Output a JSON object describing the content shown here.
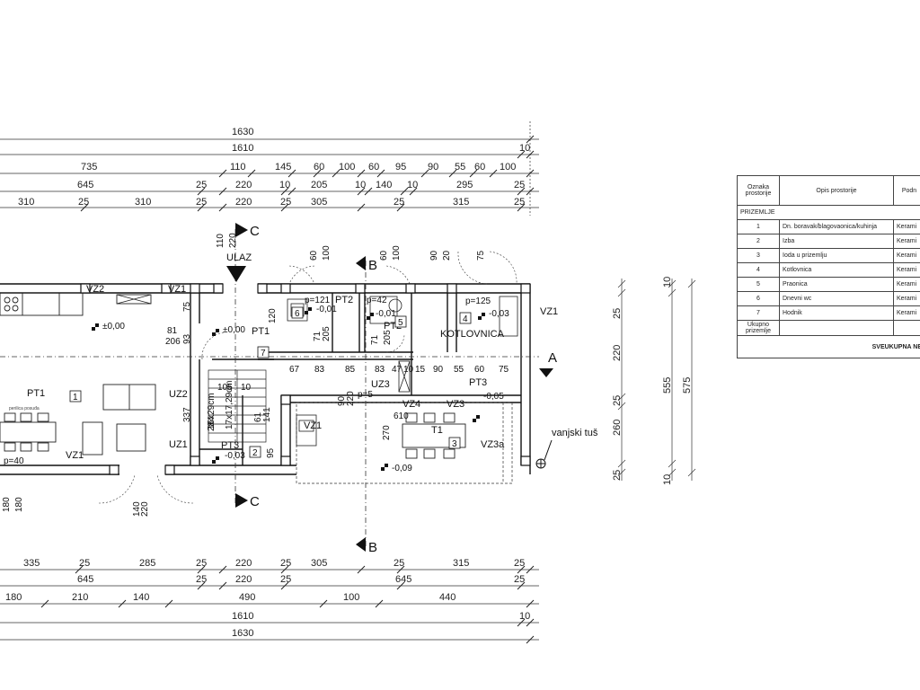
{
  "top_dimension_rows": [
    {
      "values": [
        "1630"
      ]
    },
    {
      "values": [
        "1610",
        "10"
      ]
    },
    {
      "values": [
        "735",
        "110",
        "145",
        "60",
        "100",
        "60",
        "95",
        "90",
        "55",
        "60",
        "100"
      ]
    },
    {
      "values": [
        "645",
        "25",
        "220",
        "10",
        "205",
        "10",
        "140",
        "10",
        "295",
        "25"
      ]
    },
    {
      "values": [
        "310",
        "25",
        "310",
        "25",
        "220",
        "25",
        "305",
        "25",
        "315",
        "25"
      ]
    }
  ],
  "bottom_dimension_rows": [
    {
      "values": [
        "335",
        "25",
        "285",
        "25",
        "220",
        "25",
        "305",
        "25",
        "315",
        "25"
      ]
    },
    {
      "values": [
        "645",
        "25",
        "220",
        "25",
        "645",
        "25"
      ]
    },
    {
      "values": [
        "180",
        "210",
        "140",
        "490",
        "100",
        "440"
      ]
    },
    {
      "values": [
        "1610",
        "10"
      ]
    },
    {
      "values": [
        "1630"
      ]
    }
  ],
  "right_dimensions": {
    "inner": [
      "25",
      "220",
      "25",
      "260",
      "25"
    ],
    "middle": [
      "10",
      "555",
      "10"
    ],
    "outer": "575"
  },
  "labels": {
    "ulaz": "ULAZ",
    "kotlovnica": "KOTLOVNICA",
    "vanjski_tus": "vanjski tuš",
    "section_a": "A",
    "section_b": "B",
    "section_c": "C",
    "pt1": "PT1",
    "pt2": "PT2",
    "pt3": "PT3",
    "uz1": "UZ1",
    "uz2": "UZ2",
    "uz3": "UZ3",
    "vz1": "VZ1",
    "vz2": "VZ2",
    "vz3": "VZ3",
    "vz3a": "VZ3a",
    "vz4": "VZ4",
    "t1": "T1",
    "elev_0": "±0,00",
    "elev_m001": "-0,01",
    "elev_m003": "-0,03",
    "elev_m005": "-0,05",
    "elev_m009": "-0,09",
    "p40": "p=40",
    "p121": "p=121",
    "p42": "p=42",
    "p125": "p=125",
    "p5": "p=5",
    "stair1": "16x29cm",
    "stair2": "17x17,29cm",
    "perilica": "perilica posuđa",
    "room1": "1",
    "room2": "2",
    "room3": "3",
    "room4": "4",
    "room5": "5",
    "room6": "6",
    "room7": "7"
  },
  "interior_dims": [
    "81",
    "206",
    "93",
    "75",
    "105",
    "10",
    "120",
    "67",
    "83",
    "85",
    "83",
    "47",
    "10",
    "15",
    "90",
    "55",
    "60",
    "75",
    "337",
    "284",
    "61",
    "141",
    "95",
    "270",
    "610",
    "90",
    "220",
    "140",
    "220",
    "180",
    "180",
    "110",
    "220",
    "60",
    "100",
    "60",
    "100",
    "90",
    "20",
    "75",
    "205",
    "71",
    "205",
    "71"
  ],
  "legend": {
    "headers": [
      "Oznaka prostorije",
      "Opis prostorije",
      "Podn"
    ],
    "section": "PRIZEMLJE",
    "rows": [
      {
        "num": "1",
        "name": "Dn. boravak/blagovaonica/kuhinja",
        "floor": "Kerami"
      },
      {
        "num": "2",
        "name": "Izba",
        "floor": "Kerami"
      },
      {
        "num": "3",
        "name": "Ioda u prizemlju",
        "floor": "Kerami"
      },
      {
        "num": "4",
        "name": "Kotlovnica",
        "floor": "Kerami"
      },
      {
        "num": "5",
        "name": "Praonica",
        "floor": "Kerami"
      },
      {
        "num": "6",
        "name": "Dnevni wc",
        "floor": "Kerami"
      },
      {
        "num": "7",
        "name": "Hodnik",
        "floor": "Kerami"
      }
    ],
    "total_label": "Ukupno prizemlje",
    "grand_total": "SVEUKUPNA NE"
  }
}
